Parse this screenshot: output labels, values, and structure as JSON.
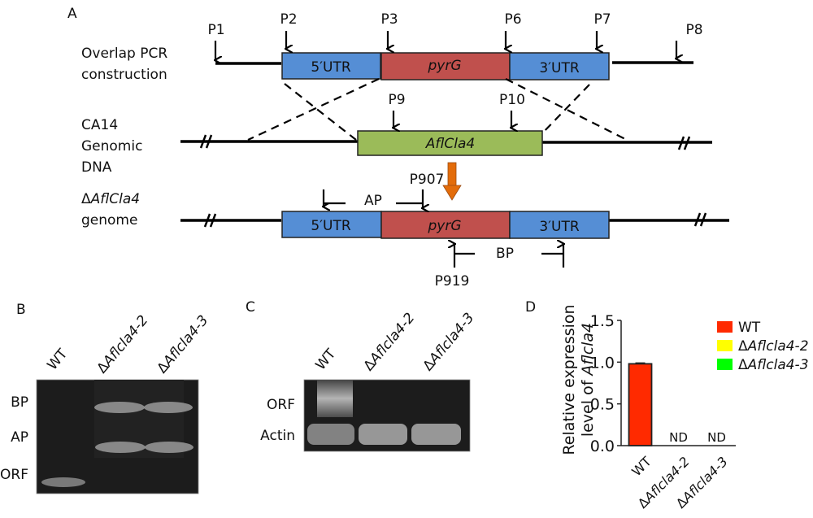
{
  "panels": {
    "a": "A",
    "b": "B",
    "c": "C",
    "d": "D"
  },
  "diagram": {
    "rows": [
      {
        "label_line1": "Overlap PCR",
        "label_line2": "construction"
      },
      {
        "label_line1": "CA14",
        "label_line2": "Genomic",
        "label_line3": "DNA"
      },
      {
        "label_prefix": "Δ",
        "label_italic": "AflCla4",
        "label_line2": "genome"
      }
    ],
    "segments": {
      "utr5": "5′UTR",
      "pyrG": "pyrG",
      "utr3": "3′UTR",
      "gene": "AflCla4"
    },
    "primers": [
      "P1",
      "P2",
      "P3",
      "P6",
      "P7",
      "P8",
      "P9",
      "P10",
      "P907",
      "P919"
    ],
    "amplicons": {
      "ap": "AP",
      "bp": "BP"
    },
    "colors": {
      "utr": "#558ED5",
      "pyrG": "#C0504D",
      "gene": "#9BBB59",
      "arrow": "#E36C0A"
    }
  },
  "gel_b": {
    "lanes": [
      {
        "prefix": "",
        "name": "WT"
      },
      {
        "prefix": "Δ",
        "name": "Aflcla4-2"
      },
      {
        "prefix": "Δ",
        "name": "Aflcla4-3"
      }
    ],
    "rows": [
      "BP",
      "AP",
      "ORF"
    ]
  },
  "gel_c": {
    "lanes": [
      {
        "prefix": "",
        "name": "WT"
      },
      {
        "prefix": "Δ",
        "name": "Aflcla4-2"
      },
      {
        "prefix": "Δ",
        "name": "Aflcla4-3"
      }
    ],
    "rows": [
      "ORF",
      "Actin"
    ]
  },
  "chart_data": {
    "type": "bar",
    "title": "",
    "ylabel_line1": "Relative expression",
    "ylabel_line2_prefix": "level of ",
    "ylabel_line2_italic": "Aflcla4",
    "xlabel": "",
    "categories": [
      "WT",
      "ΔAflcla4-2",
      "ΔAflcla4-3"
    ],
    "values": [
      0.98,
      0,
      0
    ],
    "error": [
      0.01,
      0,
      0
    ],
    "annotations": [
      "",
      "ND",
      "ND"
    ],
    "colors": [
      "#FF2A00",
      "#FFFF00",
      "#00FF00"
    ],
    "yticks": [
      "0.0",
      "0.5",
      "1.0",
      "1.5"
    ],
    "ylim": [
      0,
      1.5
    ],
    "legend": {
      "position": "top-right",
      "entries": [
        {
          "prefix": "",
          "name": "WT"
        },
        {
          "prefix": "Δ",
          "name": "Aflcla4-2"
        },
        {
          "prefix": "Δ",
          "name": "Aflcla4-3"
        }
      ]
    },
    "grid": false
  }
}
